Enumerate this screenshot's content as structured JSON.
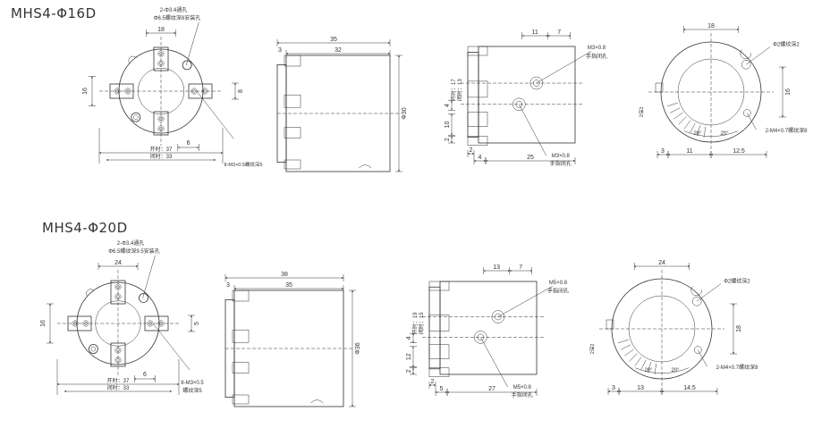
{
  "top": {
    "title": "MHS4-Φ16D",
    "front": {
      "dims": {
        "width": "18",
        "height": "16",
        "slot": "8",
        "gap": "6"
      },
      "notes": {
        "through": "2-Φ3.4通孔",
        "counterbore": "Φ6.5螺纹深8安装孔",
        "tapped": "8-M3×0.5螺纹深5"
      },
      "stroke": {
        "open": "开时：37",
        "closed": "闭时：33"
      }
    },
    "side": {
      "dims": {
        "total": "35",
        "body": "32",
        "lip": "3",
        "dia": "Φ30"
      }
    },
    "section": {
      "dims": {
        "a": "11",
        "b": "7",
        "open": "开时：17",
        "closed": "闭时：13",
        "c": "4",
        "d": "10",
        "e": "2",
        "f": "2",
        "g": "4",
        "h": "25"
      },
      "notes": {
        "m1": "M3×0.8",
        "m1b": "手指闭孔",
        "m2": "M3×0.8",
        "m2b": "手指闭孔"
      }
    },
    "rear": {
      "dims": {
        "top": "18",
        "right": "16",
        "left": "2深2",
        "a": "3",
        "b": "11",
        "c": "12.5",
        "ang1": "20°",
        "ang2": "20°"
      },
      "notes": {
        "pin": "Φ2螺纹深2",
        "tap": "2-M4×0.7螺纹深8"
      }
    }
  },
  "bottom": {
    "title": "MHS4-Φ20D",
    "front": {
      "dims": {
        "width": "24",
        "height": "16",
        "slot": "5",
        "gap": "6"
      },
      "notes": {
        "through": "2-Φ3.4通孔",
        "counterbore": "Φ6.5螺纹深9.5安装孔",
        "tapped": "8-M3×0.5",
        "tapped2": "螺纹深5"
      },
      "stroke": {
        "open": "开时：37",
        "closed": "闭时：33"
      }
    },
    "side": {
      "dims": {
        "total": "38",
        "body": "35",
        "lip": "3",
        "dia": "Φ36"
      }
    },
    "section": {
      "dims": {
        "a": "13",
        "b": "7",
        "open": "开时：19",
        "closed": "闭时：15",
        "c": "4",
        "d": "12",
        "e": "2",
        "f": "2",
        "g": "5",
        "h": "27"
      },
      "notes": {
        "m1": "M5×0.8",
        "m1b": "手指闭孔",
        "m2": "M5×0.8",
        "m2b": "手指闭孔"
      }
    },
    "rear": {
      "dims": {
        "top": "24",
        "right": "18",
        "left": "2深2",
        "a": "3",
        "b": "13",
        "c": "14.5",
        "ang1": "20°",
        "ang2": "20°"
      },
      "notes": {
        "pin": "Φ2螺纹深2",
        "tap": "2-M4×0.7螺纹深8"
      }
    }
  }
}
